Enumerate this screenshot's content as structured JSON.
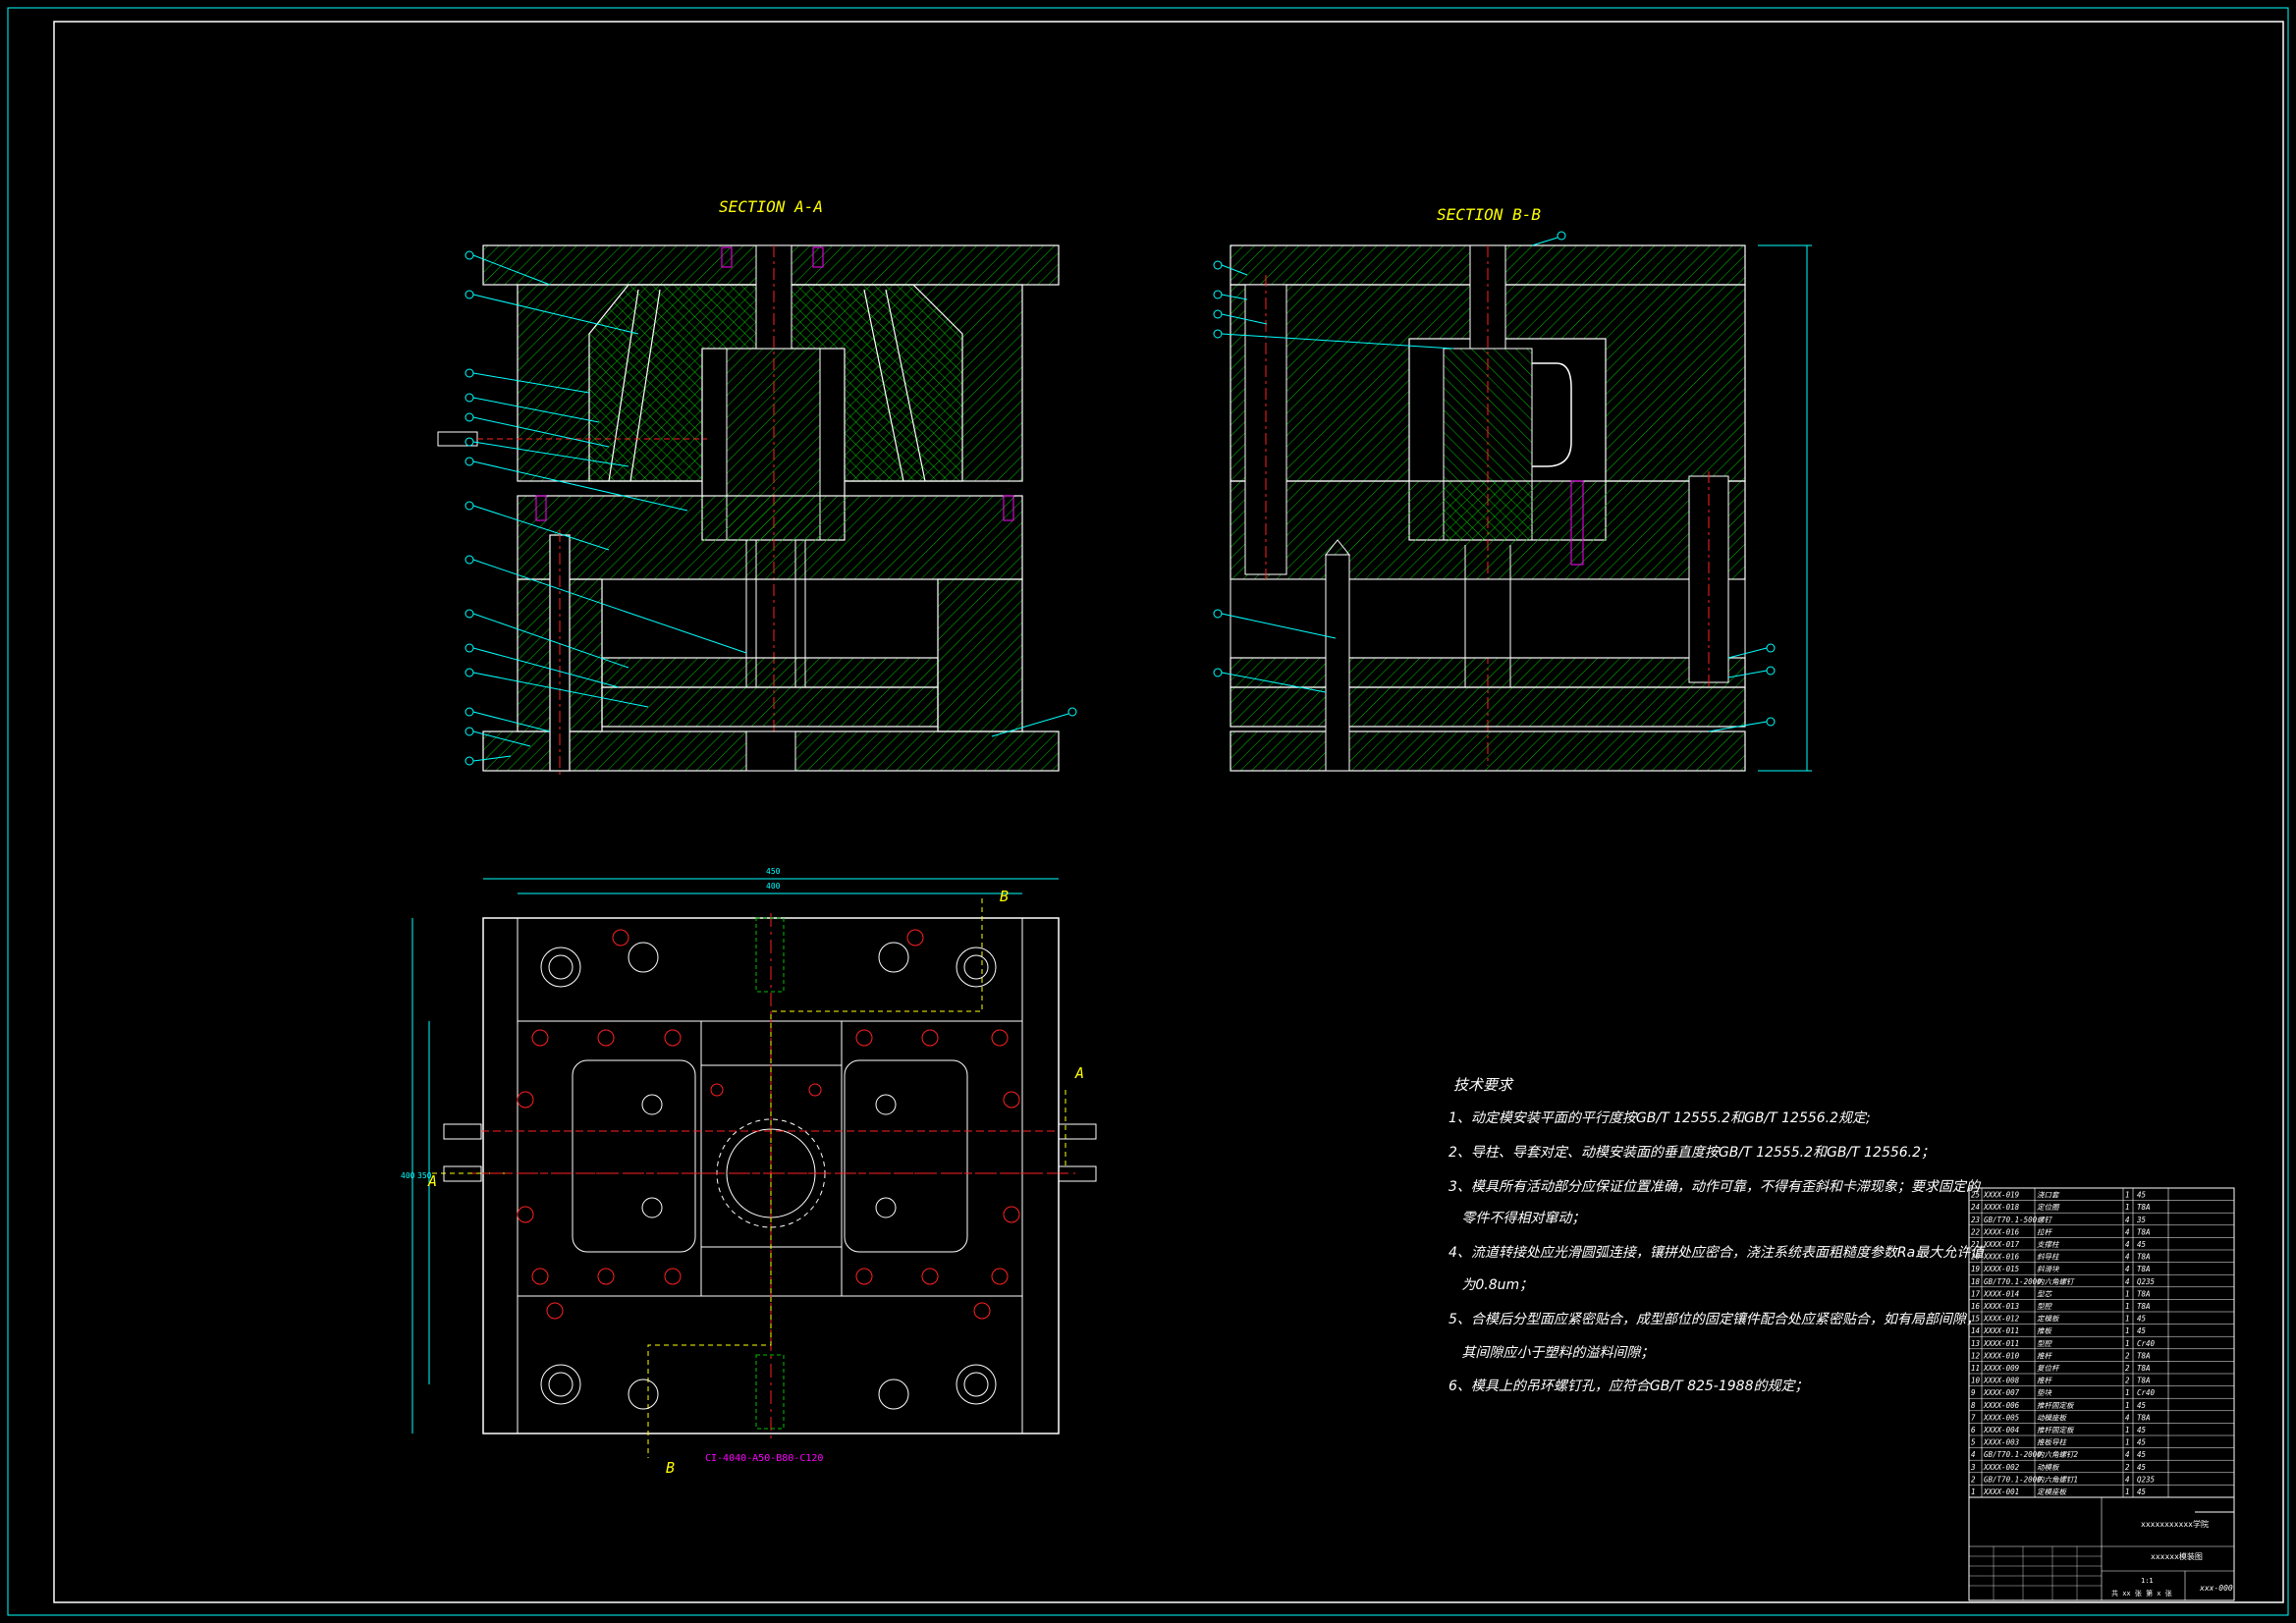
{
  "sections": {
    "a": "SECTION A-A",
    "b": "SECTION B-B"
  },
  "plan": {
    "cut_a_top": "A",
    "cut_a_bottom": "A",
    "cut_b_top": "B",
    "cut_b_bottom": "B",
    "base_spec": "CI-4040-A50-B80-C120",
    "dims": [
      "450",
      "400",
      "400",
      "350"
    ]
  },
  "notes": {
    "heading": "技术要求",
    "lines": [
      "1、动定模安装平面的平行度按GB/T 12555.2和GB/T 12556.2规定;",
      "2、导柱、导套对定、动模安装面的垂直度按GB/T 12555.2和GB/T 12556.2；",
      "3、模具所有活动部分应保证位置准确，动作可靠，不得有歪斜和卡滞现象；要求固定的",
      "   零件不得相对窜动；",
      "4、流道转接处应光滑圆弧连接，镶拼处应密合，浇注系统表面粗糙度参数Ra最大允许值",
      "   为0.8um；",
      "5、合模后分型面应紧密贴合，成型部位的固定镶件配合处应紧密贴合，如有局部间隙，",
      "   其间隙应小于塑料的溢料间隙；",
      "6、模具上的吊环螺钉孔，应符合GB/T 825-1988的规定；"
    ]
  },
  "bom": [
    [
      "25",
      "XXXX-019",
      "浇口套",
      "1",
      "45"
    ],
    [
      "24",
      "XXXX-018",
      "定位圈",
      "1",
      "T8A"
    ],
    [
      "23",
      "GB/T70.1-500",
      "螺钉",
      "4",
      "35"
    ],
    [
      "22",
      "XXXX-016",
      "拉杆",
      "4",
      "T8A"
    ],
    [
      "21",
      "XXXX-017",
      "支撑柱",
      "4",
      "45"
    ],
    [
      "20",
      "XXXX-016",
      "斜导柱",
      "4",
      "T8A"
    ],
    [
      "19",
      "XXXX-015",
      "斜滑块",
      "4",
      "T8A"
    ],
    [
      "18",
      "GB/T70.1-2000",
      "内六角螺钉",
      "4",
      "Q235"
    ],
    [
      "17",
      "XXXX-014",
      "型芯",
      "1",
      "T8A"
    ],
    [
      "16",
      "XXXX-013",
      "型腔",
      "1",
      "T8A"
    ],
    [
      "15",
      "XXXX-012",
      "定模板",
      "1",
      "45"
    ],
    [
      "14",
      "XXXX-011",
      "推板",
      "1",
      "45"
    ],
    [
      "13",
      "XXXX-011",
      "型腔",
      "1",
      "Cr40"
    ],
    [
      "12",
      "XXXX-010",
      "推杆",
      "2",
      "T8A"
    ],
    [
      "11",
      "XXXX-009",
      "复位杆",
      "2",
      "T8A"
    ],
    [
      "10",
      "XXXX-008",
      "推杆",
      "2",
      "T8A"
    ],
    [
      "9",
      "XXXX-007",
      "垫块",
      "1",
      "Cr40"
    ],
    [
      "8",
      "XXXX-006",
      "推杆固定板",
      "1",
      "45"
    ],
    [
      "7",
      "XXXX-005",
      "动模座板",
      "4",
      "T8A"
    ],
    [
      "6",
      "XXXX-004",
      "推杆固定板",
      "1",
      "45"
    ],
    [
      "5",
      "XXXX-003",
      "推板导柱",
      "1",
      "45"
    ],
    [
      "4",
      "GB/T70.1-2000",
      "内六角螺钉2",
      "4",
      "45"
    ],
    [
      "3",
      "XXXX-002",
      "动模板",
      "2",
      "45"
    ],
    [
      "2",
      "GB/T70.1-2000",
      "内六角螺钉1",
      "4",
      "Q235"
    ],
    [
      "1",
      "XXXX-001",
      "定模座板",
      "1",
      "45"
    ]
  ],
  "title_block": {
    "company": "xxxxxxxxxxx学院",
    "name": "xxxxxx模装图",
    "drawing_no": "xxx-000",
    "sheet": "共 xx 张  第 x 张",
    "scale": "1:1"
  },
  "colors": {
    "green": "#00ff00",
    "cyan": "#00ffff",
    "yellow": "#ffff00",
    "red": "#ff2020",
    "magenta": "#ff00ff",
    "white": "#ffffff"
  }
}
